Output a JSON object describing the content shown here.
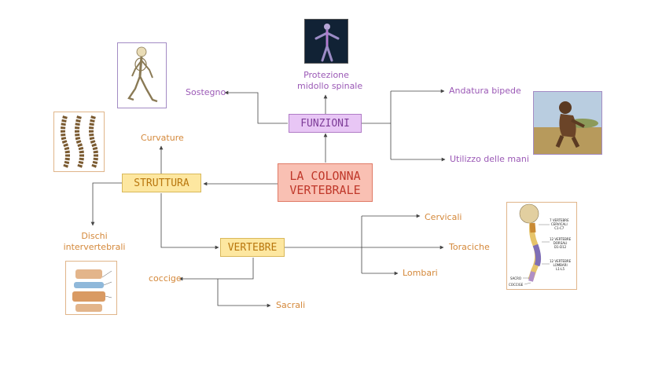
{
  "central": {
    "line1": "LA COLONNA",
    "line2": "VERTEBRALE"
  },
  "funzioni": {
    "label": "FUNZIONI"
  },
  "struttura": {
    "label": "STRUTTURA"
  },
  "vertebre": {
    "label": "VERTEBRE"
  },
  "funzioni_items": {
    "protezione_line1": "Protezione",
    "protezione_line2": "midollo spinale",
    "sostegno": "Sostegno",
    "andatura": "Andatura bipede",
    "utilizzo": "Utilizzo delle mani"
  },
  "struttura_items": {
    "curvature": "Curvature",
    "dischi_line1": "Dischi",
    "dischi_line2": "intervertebrali"
  },
  "vertebre_items": {
    "cervicali": "Cervicali",
    "toraciche": "Toraciche",
    "lombari": "Lombari",
    "coccige": "coccige",
    "sacrali": "Sacrali"
  },
  "spine_chart": {
    "cervical_line1": "7 VERTEBRE",
    "cervical_line2": "CERVICALI",
    "cervical_line3": "C1-C7",
    "dorsal_line1": "12 VERTEBRE",
    "dorsal_line2": "DORSALI",
    "dorsal_line3": "D1-D12",
    "lumbar_line1": "12 VERTEBRE",
    "lumbar_line2": "LOMBARI",
    "lumbar_line3": "L1-L5",
    "sacro": "SACRO",
    "coccige": "COCCIGE"
  },
  "colors": {
    "central_fill": "#f9c0b3",
    "central_text": "#c0392b",
    "funzioni_fill": "#e8c6f5",
    "struttura_fill": "#fde7a0",
    "purple_text": "#9b59b6",
    "orange_text": "#d4883a",
    "connector": "#444444"
  }
}
